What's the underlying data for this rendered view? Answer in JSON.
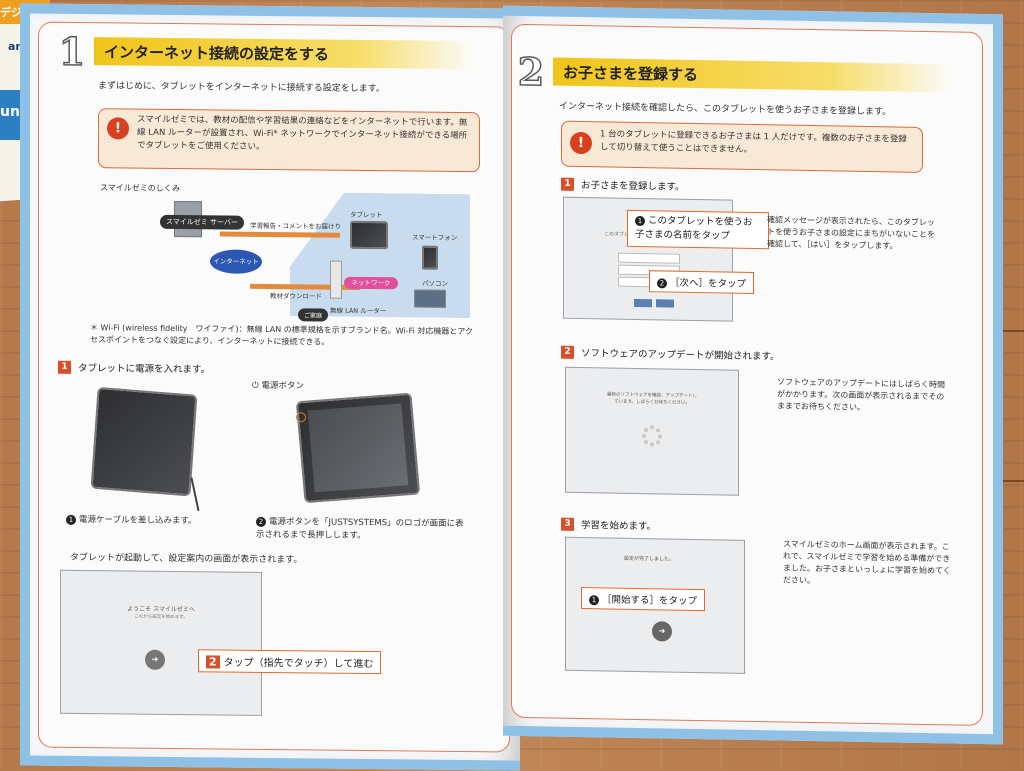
{
  "scraps": {
    "top_text": "デジ",
    "mid_text": "an",
    "bottom_text": "un"
  },
  "left_page": {
    "section_number": "1",
    "section_title": "インターネット接続の設定をする",
    "intro": "まずはじめに、タブレットをインターネットに接続する設定をします。",
    "warning": "スマイルゼミでは、教材の配信や学習結果の連絡などをインターネットで行います。無線 LAN ルーターが設置され、Wi-Fi* ネットワークでインターネット接続ができる場所でタブレットをご使用ください。",
    "diagram": {
      "caption": "スマイルゼミのしくみ",
      "server": "スマイルゼミ サーバー",
      "report": "学習報告・コメントをお届けり",
      "internet": "インターネット",
      "download": "教材ダウンロード",
      "tablet": "タブレット",
      "smartphone": "スマートフォン",
      "network": "ネットワーク",
      "pc": "パソコン",
      "router": "無線 LAN ルーター",
      "home": "ご家庭"
    },
    "wifi_note": "＊ Wi-Fi (wireless fidelity　ワイファイ)：無線 LAN の標準規格を示すブランド名。Wi-Fi 対応機器とアクセスポイントをつなぐ設定により、インターネットに接続できる。",
    "step1": {
      "num": "1",
      "text": "タブレットに電源を入れます。"
    },
    "power_button": "電源ボタン",
    "sub1": "電源ケーブルを差し込みます。",
    "sub2": "電源ボタンを「JUSTSYSTEMS」のロゴが画面に表示されるまで長押しします。",
    "after_boot": "タブレットが起動して、設定案内の画面が表示されます。",
    "welcome_title": "ようこそ スマイルゼミへ",
    "welcome_sub": "これから設定を始めます。",
    "callout_num": "2",
    "callout": "タップ（指先でタッチ）して進む"
  },
  "right_page": {
    "section_number": "2",
    "section_title": "お子さまを登録する",
    "intro": "インターネット接続を確認したら、このタブレットを使うお子さまを登録します。",
    "warning": "1 台のタブレットに登録できるお子さまは 1 人だけです。複数のお子さまを登録して切り替えて使うことはできません。",
    "step1": {
      "num": "1",
      "text": "お子さまを登録します。"
    },
    "callout1": "このタブレットを使うお子さまの名前をタップ",
    "callout2": "［次へ］をタップ",
    "screen1_title": "このタブレットを使う",
    "desc1": "確認メッセージが表示されたら、このタブレットを使うお子さまの設定にまちがいないことを確認して、［はい］をタップします。",
    "step2": {
      "num": "2",
      "text": "ソフトウェアのアップデートが開始されます。"
    },
    "screen2_text": "最新のソフトウェアを確認、アップデートしています。しばらくお待ちください。",
    "desc2": "ソフトウェアのアップデートにはしばらく時間がかかります。次の画面が表示されるまでそのままでお待ちください。",
    "step3": {
      "num": "3",
      "text": "学習を始めます。"
    },
    "screen3_text": "設定が完了しました。",
    "callout3": "［開始する］をタップ",
    "desc3": "スマイルゼミのホーム画面が表示されます。これで、スマイルゼミで学習を始める準備ができました。お子さまといっしょに学習を始めてください。"
  }
}
